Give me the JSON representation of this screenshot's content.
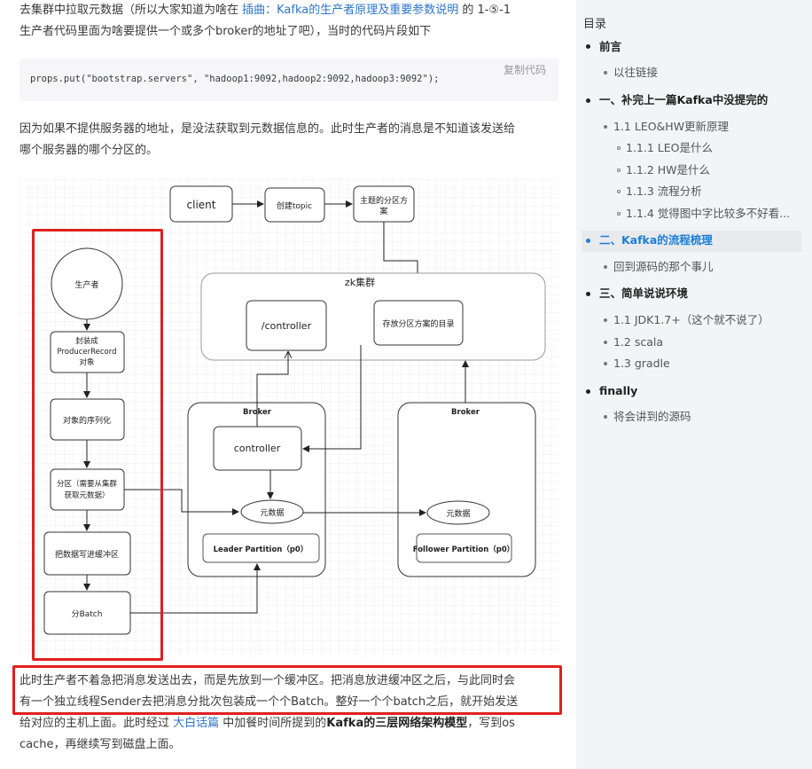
{
  "article": {
    "intro_a": "去集群中拉取元数据（所以大家知道为啥在 ",
    "intro_link": "插曲：Kafka的生产者原理及重要参数说明",
    "intro_b": " 的 1-⑤-1",
    "intro_line2": "生产者代码里面为啥要提供一个或多个broker的地址了吧），当时的代码片段如下",
    "code": "props.put(\"bootstrap.servers\", \"hadoop1:9092,hadoop2:9092,hadoop3:9092\");",
    "copy_label": "复制代码",
    "para2_line1": "因为如果不提供服务器的地址，是没法获取到元数据信息的。此时生产者的消息是不知道该发送给",
    "para2_line2": "哪个服务器的哪个分区的。",
    "para3_line1": "此时生产者不着急把消息发送出去，而是先放到一个缓冲区。把消息放进缓冲区之后，与此同时会",
    "para3_line2": "有一个独立线程Sender去把消息分批次包装成一个个Batch。整好一个个batch之后，就开始发送",
    "para3_line3a": "给对应的主机上面。此时经过 ",
    "para3_link": "大白话篇",
    "para3_line3b": " 中加餐时间所提到的",
    "para3_bold": "Kafka的三层网络架构模型",
    "para3_line3c": "，写到os",
    "para3_line4": "cache，再继续写到磁盘上面。"
  },
  "diagram": {
    "client": "client",
    "create_topic": "创建topic",
    "partition_plan_1": "主题的分区方",
    "partition_plan_2": "案",
    "zk_cluster": "zk集群",
    "zk_controller": "/controller",
    "zk_partition_dir": "存放分区方案的目录",
    "producer": "生产者",
    "wrap_1": "封装成",
    "wrap_2": "ProducerRecord",
    "wrap_3": "对象",
    "serialize": "对象的序列化",
    "partition_1": "分区（需要从集群",
    "partition_2": "获取元数据）",
    "buffer": "把数据写进缓冲区",
    "batch": "分Batch",
    "broker_left": "Broker",
    "broker_right": "Broker",
    "controller": "controller",
    "metadata_left": "元数据",
    "metadata_right": "元数据",
    "leader_partition": "Leader Partition（p0）",
    "follower_partition": "Follower Partition（p0）"
  },
  "toc": {
    "title": "目录",
    "items": [
      {
        "label": "前言"
      },
      {
        "label": "以往链接"
      },
      {
        "label": "一、补完上一篇Kafka中没提完的"
      },
      {
        "label": "1.1 LEO&HW更新原理"
      },
      {
        "label": "1.1.1 LEO是什么"
      },
      {
        "label": "1.1.2 HW是什么"
      },
      {
        "label": "1.1.3 流程分析"
      },
      {
        "label": "1.1.4 觉得图中字比较多不好看..."
      },
      {
        "label": "二、Kafka的流程梳理"
      },
      {
        "label": "回到源码的那个事儿"
      },
      {
        "label": "三、简单说说环境"
      },
      {
        "label": "1.1 JDK1.7+（这个就不说了）"
      },
      {
        "label": "1.2 scala"
      },
      {
        "label": "1.3 gradle"
      },
      {
        "label": "finally"
      },
      {
        "label": "将会讲到的源码"
      }
    ]
  },
  "colors": {
    "link": "#2d76c9",
    "highlight_border": "#e02020",
    "toc_active": "#1b7fd6"
  }
}
